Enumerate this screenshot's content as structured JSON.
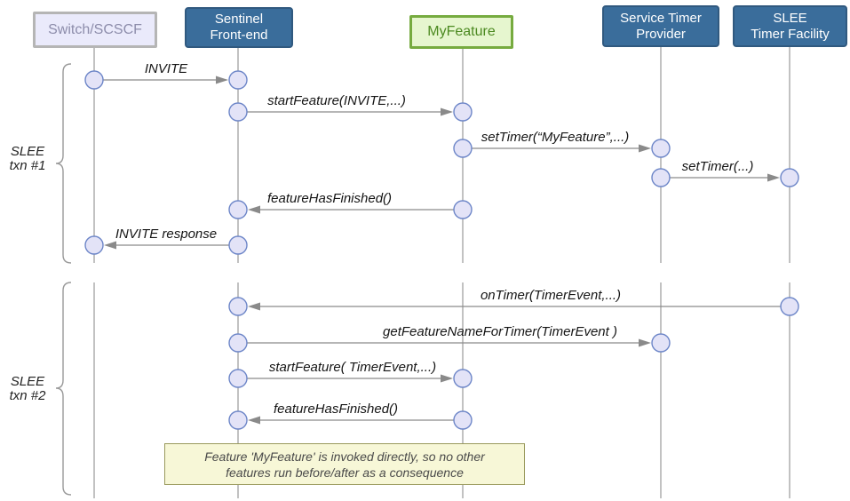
{
  "colors": {
    "actor_blue_bg": "#3a6d9b",
    "actor_blue_border": "#30597f",
    "external_bg": "#eaeafb",
    "external_border": "#b5b5b5",
    "external_text": "#8d8dab",
    "feature_bg": "#e6f6cf",
    "feature_border": "#76ab3f",
    "feature_text": "#4c8a21",
    "lifeline_gray": "#9a9a9a",
    "arrow_gray": "#8a8a8a",
    "node_fill": "#e3e3f7",
    "node_border": "#6d86c8",
    "note_bg": "#f7f7d7",
    "note_border": "#99995c"
  },
  "actors": [
    {
      "id": "switch",
      "type": "external",
      "lines": [
        "Switch/SCSCF"
      ]
    },
    {
      "id": "sentinel",
      "type": "blue",
      "lines": [
        "Sentinel",
        "Front-end"
      ]
    },
    {
      "id": "myfeature",
      "type": "feature",
      "lines": [
        "MyFeature"
      ]
    },
    {
      "id": "stp",
      "type": "blue",
      "lines": [
        "Service Timer",
        "Provider"
      ]
    },
    {
      "id": "slee",
      "type": "blue",
      "lines": [
        "SLEE",
        "Timer Facility"
      ]
    }
  ],
  "groups": [
    {
      "lines": [
        "SLEE",
        "txn #1"
      ]
    },
    {
      "lines": [
        "SLEE",
        "txn #2"
      ]
    }
  ],
  "messages": [
    {
      "label": "INVITE",
      "from": "switch",
      "to": "sentinel"
    },
    {
      "label": "startFeature(INVITE,...)",
      "from": "sentinel",
      "to": "myfeature"
    },
    {
      "label": "setTimer(“MyFeature”,...)",
      "from": "myfeature",
      "to": "stp"
    },
    {
      "label": "setTimer(...)",
      "from": "stp",
      "to": "slee"
    },
    {
      "label": "featureHasFinished()",
      "from": "myfeature",
      "to": "sentinel"
    },
    {
      "label": "INVITE response",
      "from": "sentinel",
      "to": "switch"
    },
    {
      "label": "onTimer(TimerEvent,...)",
      "from": "slee",
      "to": "sentinel"
    },
    {
      "label": "getFeatureNameForTimer(TimerEvent )",
      "from": "sentinel",
      "to": "stp"
    },
    {
      "label": "startFeature( TimerEvent,...)",
      "from": "sentinel",
      "to": "myfeature"
    },
    {
      "label": "featureHasFinished()",
      "from": "myfeature",
      "to": "sentinel"
    }
  ],
  "note": {
    "lines": [
      "Feature 'MyFeature' is invoked directly, so no other",
      "features run before/after as a consequence"
    ]
  }
}
